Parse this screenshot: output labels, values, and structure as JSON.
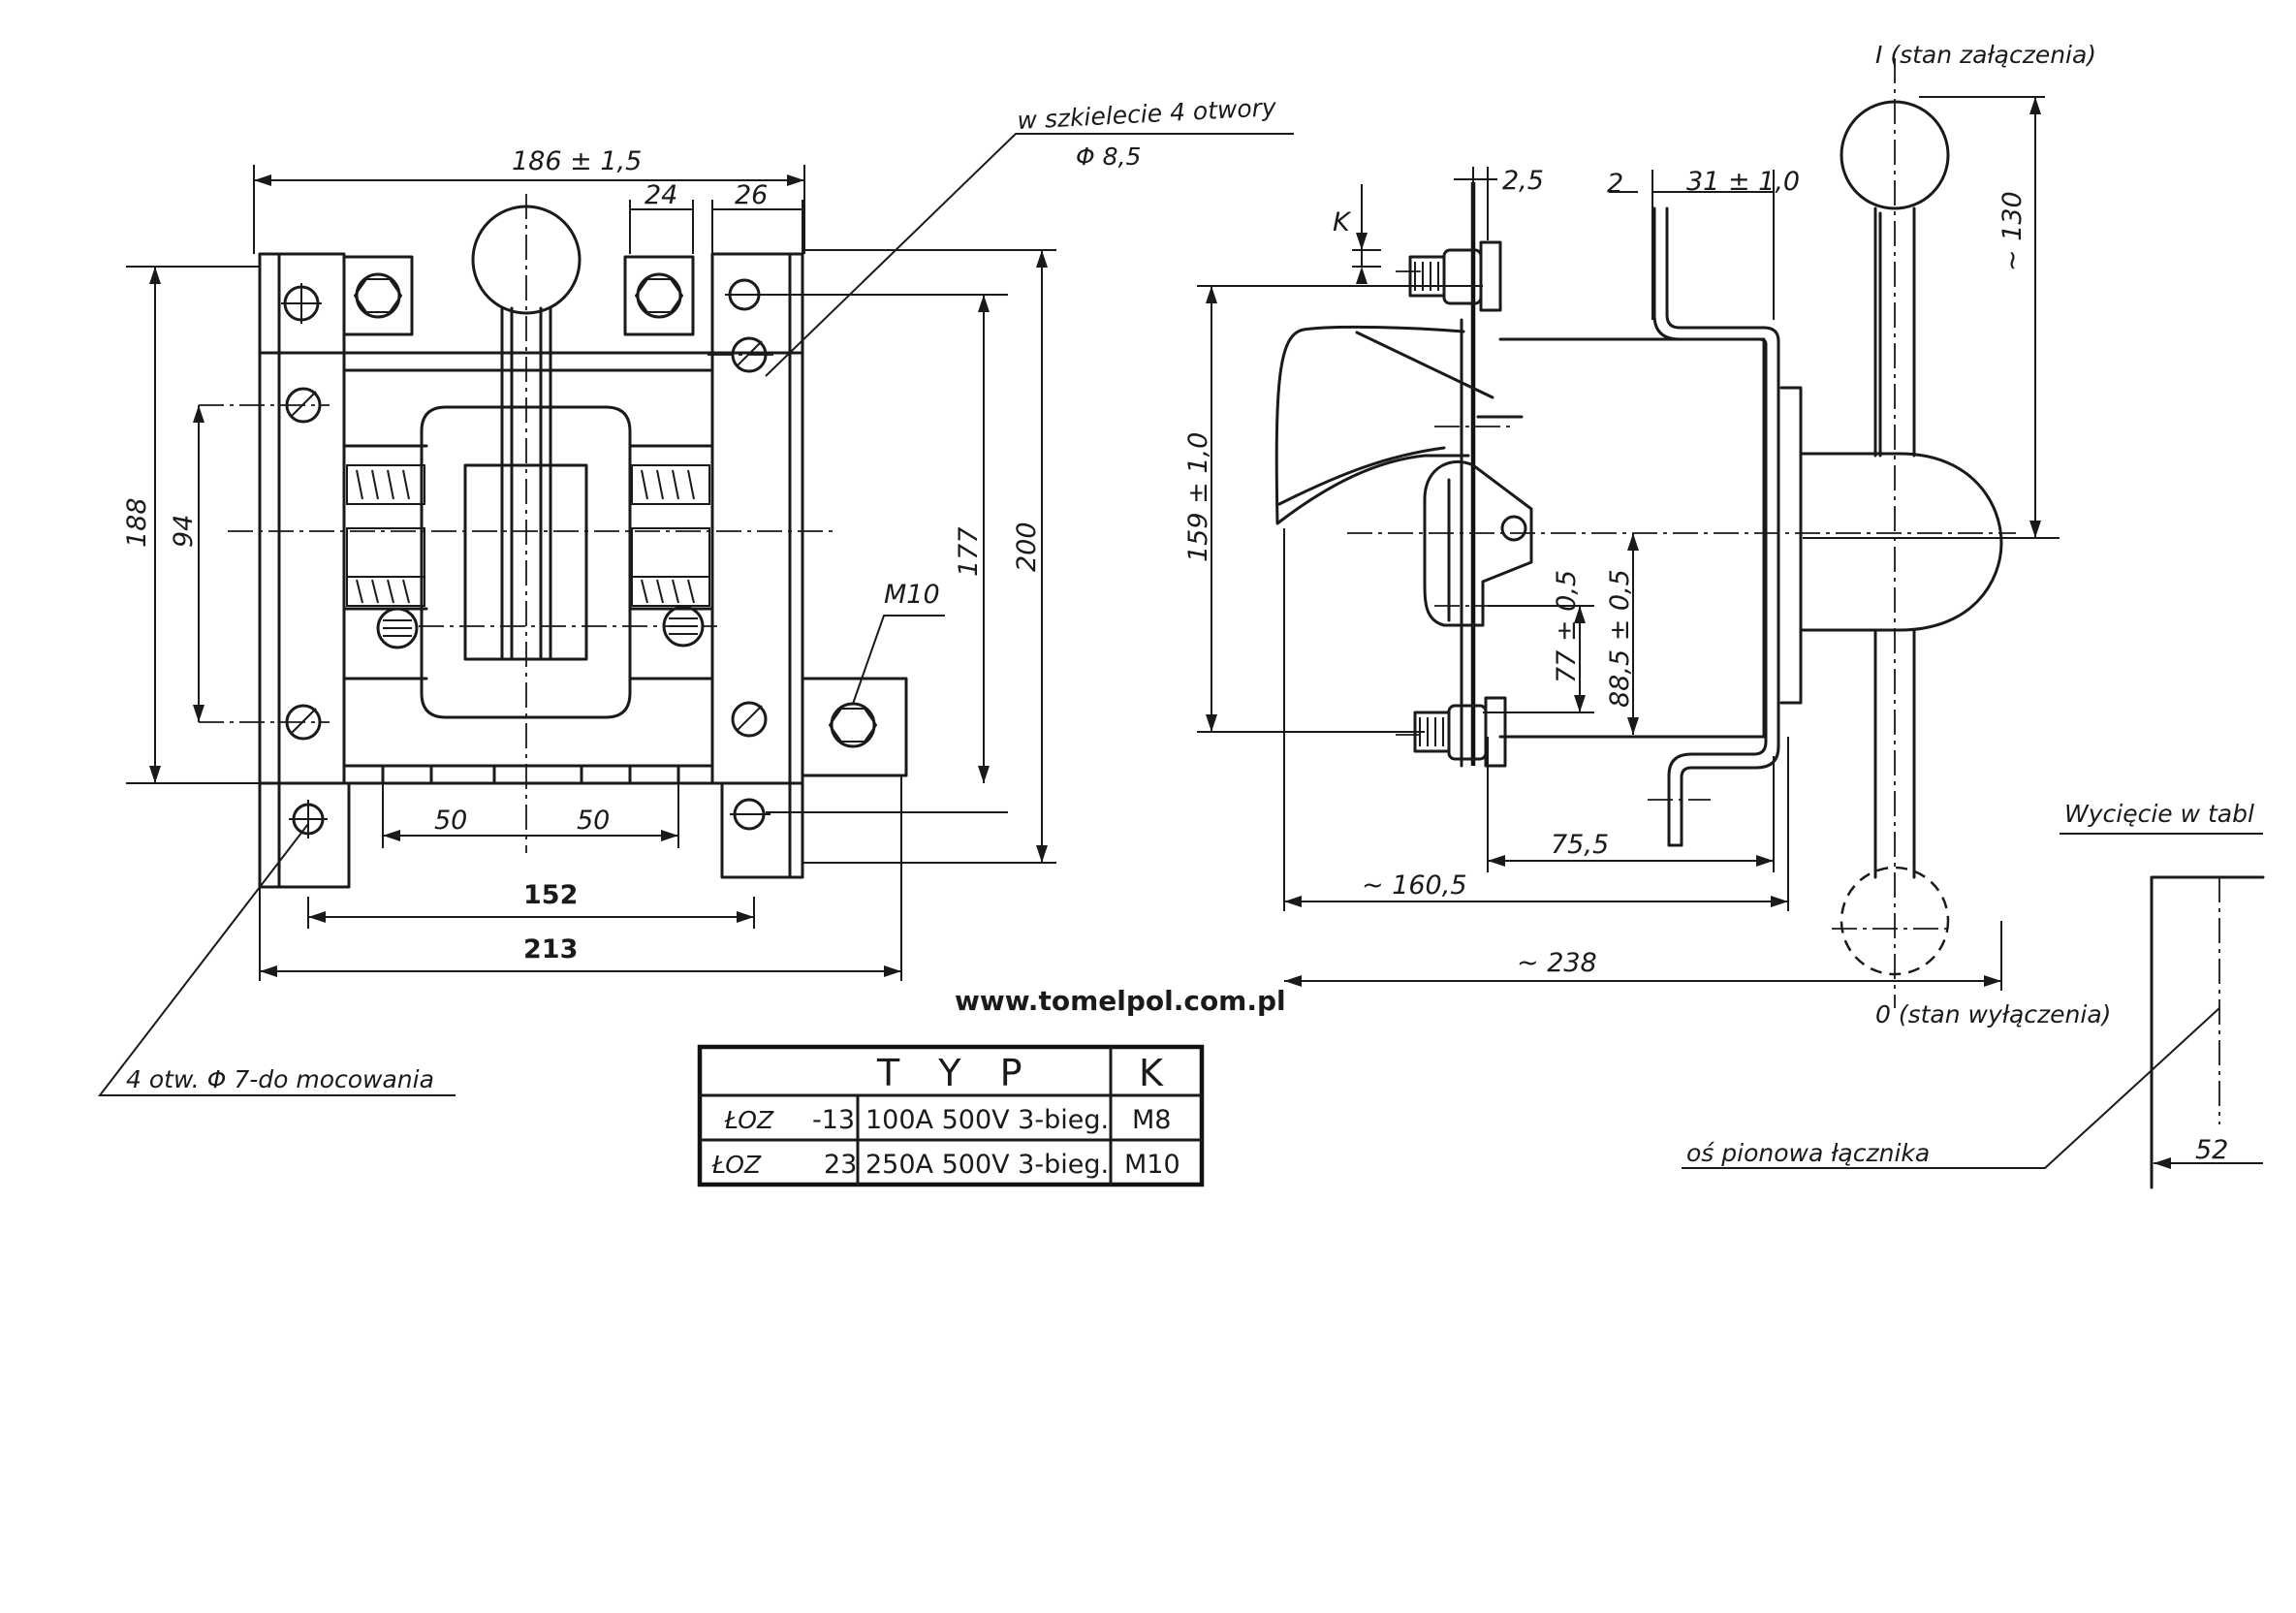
{
  "front_view": {
    "dims": {
      "width_top": "186 ± 1,5",
      "bracket_24": "24",
      "bracket_26": "26",
      "height_188": "188",
      "height_94": "94",
      "height_177": "177",
      "height_200": "200",
      "half_left": "50",
      "half_right": "50",
      "bottom_152": "152",
      "bottom_213": "213",
      "thread": "M10"
    },
    "notes": {
      "frame_holes_line1": "w szkielecie 4 otwory",
      "frame_holes_line2": "Φ 8,5",
      "mount_holes": "4 otw. Φ 7-do mocowania"
    }
  },
  "side_view": {
    "dims": {
      "k_label": "K",
      "d_2_5": "2,5",
      "d_2": "2",
      "d_31": "31 ± 1,0",
      "d_130": "~ 130",
      "d_159": "159 ± 1,0",
      "d_77": "77 ± 0,5",
      "d_88": "88,5 ± 0,5",
      "d_75": "75,5",
      "d_160": "~ 160,5",
      "d_238": "~ 238"
    },
    "notes": {
      "on_state": "I (stan załączenia)",
      "off_state": "0 (stan wyłączenia)"
    }
  },
  "cutout": {
    "title": "Wycięcie w tabl",
    "width": "52",
    "axis_note": "oś pionowa łącznika"
  },
  "website": "www.tomelpol.com.pl",
  "table": {
    "header_typ": "T Y P",
    "header_k": "K",
    "rows": [
      {
        "name": "ŁOZ",
        "num": "-13",
        "spec": "100A  500V 3-bieg.",
        "k": "M8"
      },
      {
        "name": "ŁOZ",
        "num": "23",
        "spec": "250A  500V 3-bieg.",
        "k": "M10"
      }
    ]
  }
}
